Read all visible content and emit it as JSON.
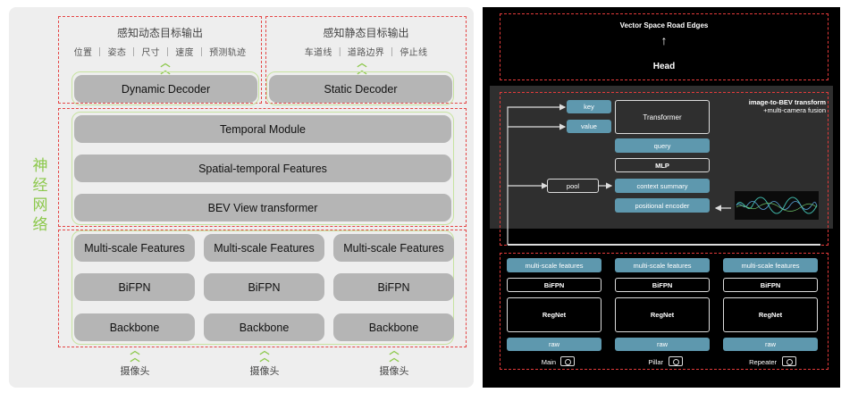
{
  "left": {
    "dynamic_output_title": "感知动态目标输出",
    "dynamic_output_items": "位置 ｜ 姿态 ｜ 尺寸 ｜ 速度 ｜ 预测轨迹",
    "static_output_title": "感知静态目标输出",
    "static_output_items": "车道线 ｜ 道路边界 ｜ 停止线",
    "dynamic_decoder": "Dynamic Decoder",
    "static_decoder": "Static Decoder",
    "temporal_module": "Temporal Module",
    "spatial_temporal": "Spatial-temporal Features",
    "bev_transformer": "BEV View transformer",
    "neural_net_label": [
      "神",
      "经",
      "网",
      "络"
    ],
    "columns": [
      {
        "multi_scale": "Multi-scale Features",
        "bifpn": "BiFPN",
        "backbone": "Backbone",
        "camera": "摄像头"
      },
      {
        "multi_scale": "Multi-scale Features",
        "bifpn": "BiFPN",
        "backbone": "Backbone",
        "camera": "摄像头"
      },
      {
        "multi_scale": "Multi-scale Features",
        "bifpn": "BiFPN",
        "backbone": "Backbone",
        "camera": "摄像头"
      }
    ]
  },
  "right": {
    "head_title": "Vector Space Road Edges",
    "head_label": "Head",
    "transform_caption_1": "image-to-BEV transform",
    "transform_caption_2": "+multi-camera fusion",
    "key": "key",
    "value": "value",
    "transformer": "Transformer",
    "query": "query",
    "mlp": "MLP",
    "pool": "pool",
    "context_summary": "context summary",
    "positional_encoder": "positional encoder",
    "columns": [
      {
        "features": "multi-scale features",
        "bifpn": "BiFPN",
        "regnet": "RegNet",
        "raw": "raw",
        "camera": "Main"
      },
      {
        "features": "multi-scale features",
        "bifpn": "BiFPN",
        "regnet": "RegNet",
        "raw": "raw",
        "camera": "Pillar"
      },
      {
        "features": "multi-scale features",
        "bifpn": "BiFPN",
        "regnet": "RegNet",
        "raw": "raw",
        "camera": "Repeater"
      }
    ]
  },
  "colors": {
    "red_dash": "#e54545",
    "green_accent": "#8cc84b",
    "gray_box": "#b5b5b5",
    "blue_box": "#5e98ae"
  }
}
